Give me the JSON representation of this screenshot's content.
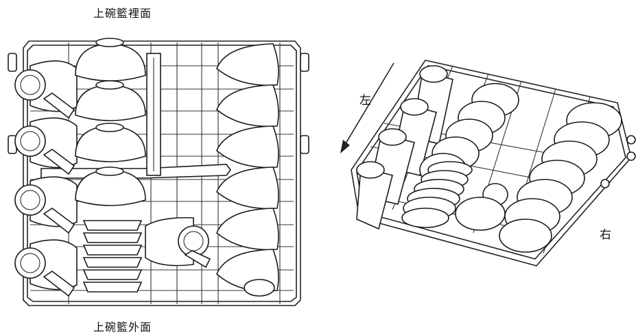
{
  "labels": {
    "top": "上碗籃裡面",
    "bottom": "上碗籃外面",
    "left": "左",
    "right": "右"
  },
  "colors": {
    "line": "#222222",
    "background": "#ffffff"
  }
}
